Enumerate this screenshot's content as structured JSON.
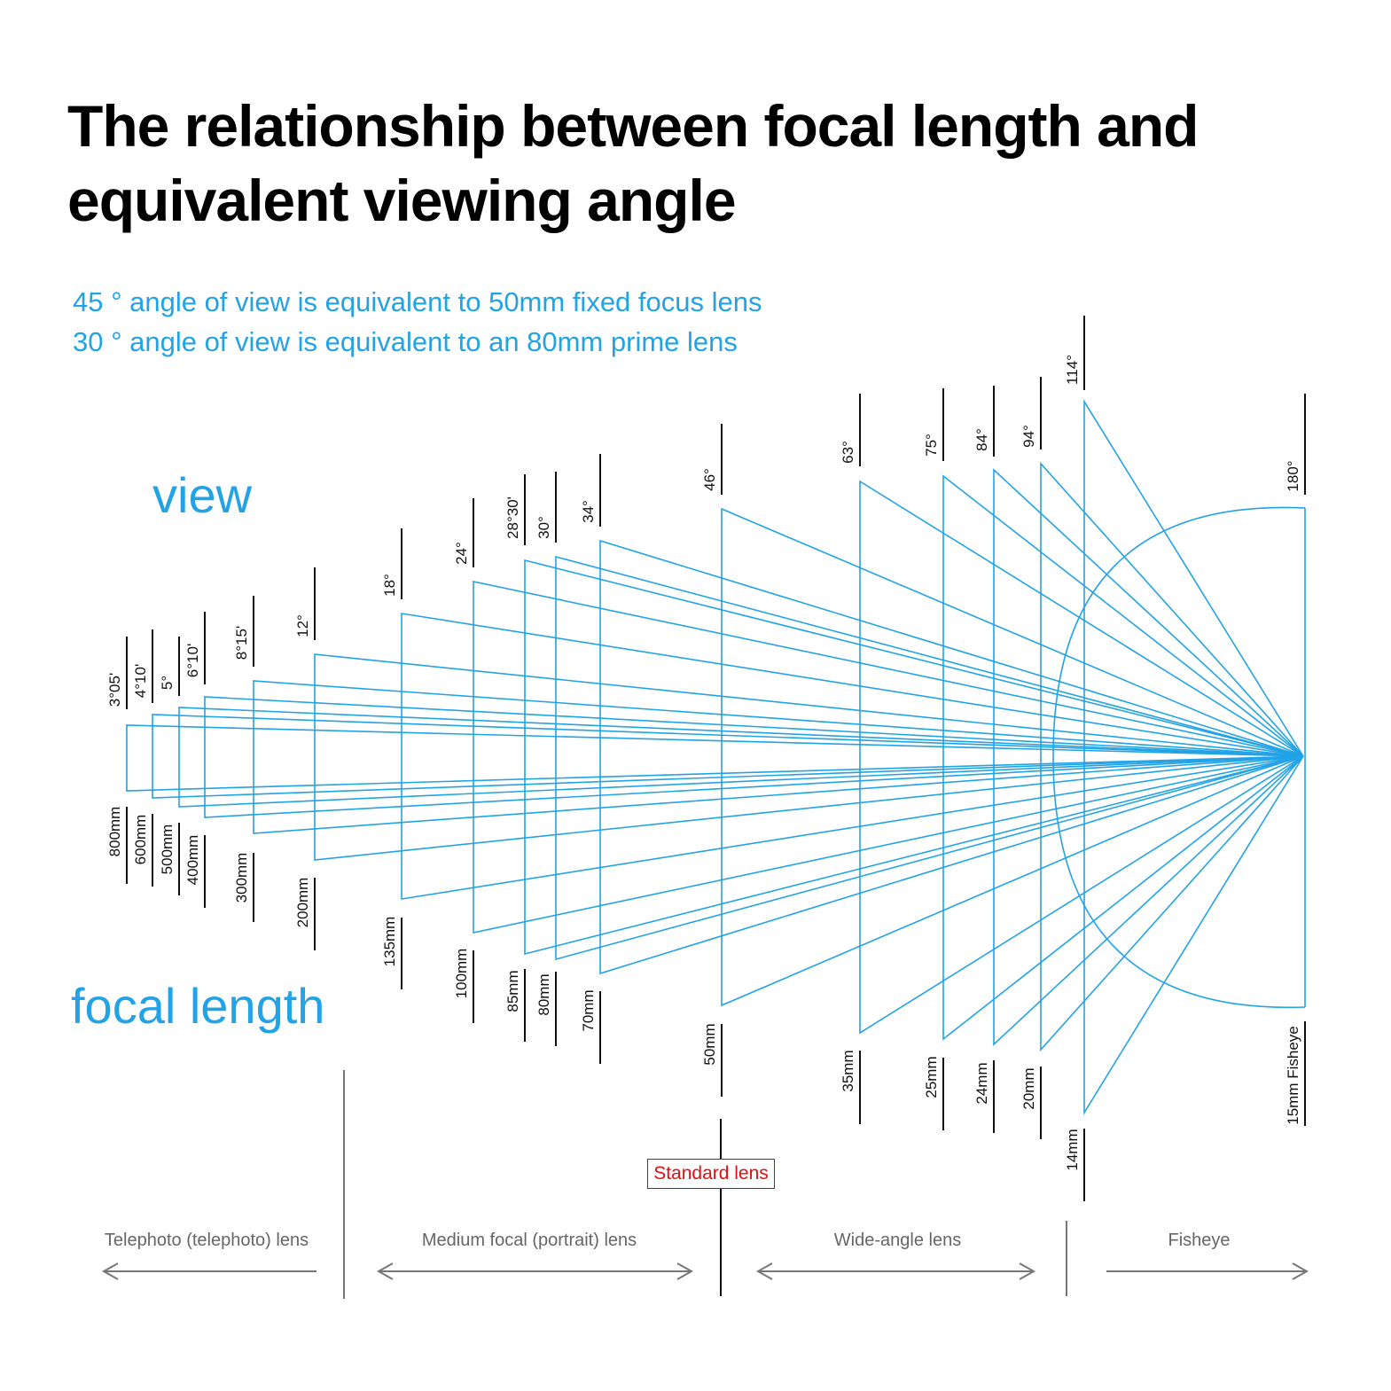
{
  "title": {
    "line1": "The relationship between focal length and",
    "line2": "equivalent viewing angle"
  },
  "notes": {
    "line1": "45 °  angle of view is equivalent to 50mm fixed focus lens",
    "line2": "30 °  angle of view is equivalent to an 80mm prime lens"
  },
  "labels": {
    "view": "view",
    "focal_length": "focal length"
  },
  "colors": {
    "ray_blue": "#22a3e6",
    "note_blue": "#22a3e6",
    "standard_red": "#e01010",
    "tick_black": "#111111",
    "category_gray": "#666666"
  },
  "lenses": [
    {
      "angle": "3°05'",
      "focal": "800mm"
    },
    {
      "angle": "4°10'",
      "focal": "600mm"
    },
    {
      "angle": "5°",
      "focal": "500mm"
    },
    {
      "angle": "6°10'",
      "focal": "400mm"
    },
    {
      "angle": "8°15'",
      "focal": "300mm"
    },
    {
      "angle": "12°",
      "focal": "200mm"
    },
    {
      "angle": "18°",
      "focal": "135mm"
    },
    {
      "angle": "24°",
      "focal": "100mm"
    },
    {
      "angle": "28°30'",
      "focal": "85mm"
    },
    {
      "angle": "30°",
      "focal": "80mm"
    },
    {
      "angle": "34°",
      "focal": "70mm"
    },
    {
      "angle": "46°",
      "focal": "50mm"
    },
    {
      "angle": "63°",
      "focal": "35mm"
    },
    {
      "angle": "75°",
      "focal": "25mm"
    },
    {
      "angle": "84°",
      "focal": "24mm"
    },
    {
      "angle": "94°",
      "focal": "20mm"
    },
    {
      "angle": "114°",
      "focal": "14mm"
    },
    {
      "angle": "180°",
      "focal": "15mm Fisheye"
    }
  ],
  "standard_lens": "Standard lens",
  "categories": {
    "telephoto": "Telephoto (telephoto) lens",
    "medium": "Medium focal (portrait) lens",
    "wide": "Wide-angle lens",
    "fisheye": "Fisheye"
  }
}
